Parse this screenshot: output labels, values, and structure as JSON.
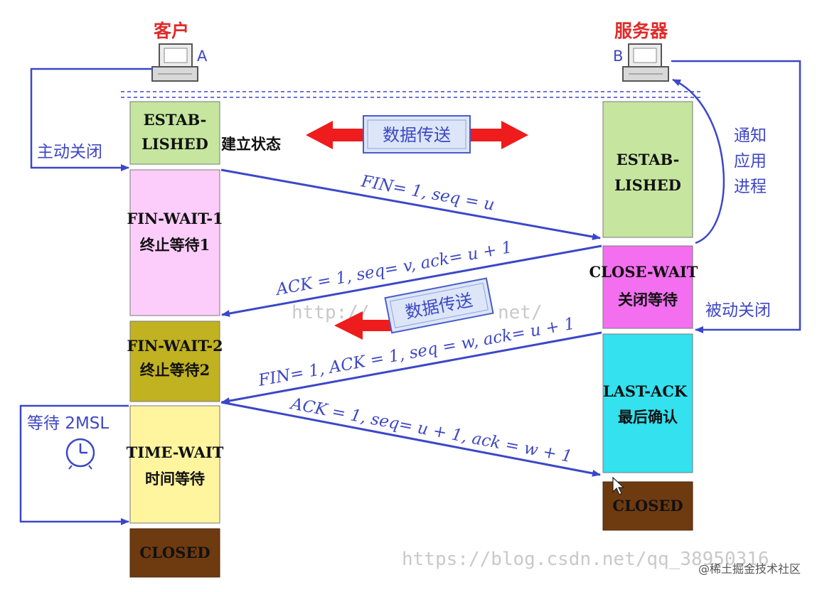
{
  "colors": {
    "line_blue": "#3b47c8",
    "label_red": "#e02a2a",
    "established": "#c6e6a0",
    "fin_wait_1": "#fccdfa",
    "fin_wait_2": "#c0b221",
    "time_wait": "#fff59e",
    "closed": "#6e3a10",
    "close_wait": "#f36ff0",
    "last_ack": "#33e1ef",
    "data_arrow_red": "#ee1c1c",
    "data_box_fill": "#dce6f8"
  },
  "icons": {
    "client": "computer-icon",
    "server": "computer-icon",
    "timer": "clock-icon"
  },
  "hosts": {
    "client": {
      "title": "客户",
      "letter": "A"
    },
    "server": {
      "title": "服务器",
      "letter": "B"
    }
  },
  "client_states": {
    "established": {
      "line1": "ESTAB-",
      "line2": "LISHED",
      "suffix": "建立状态"
    },
    "fin_wait_1": {
      "line1": "FIN-WAIT-1",
      "line2": "终止等待1"
    },
    "fin_wait_2": {
      "line1": "FIN-WAIT-2",
      "line2": "终止等待2"
    },
    "time_wait": {
      "line1": "TIME-WAIT",
      "line2": "时间等待"
    },
    "closed": {
      "label": "CLOSED"
    }
  },
  "server_states": {
    "established": {
      "line1": "ESTAB-",
      "line2": "LISHED"
    },
    "close_wait": {
      "line1": "CLOSE-WAIT",
      "line2": "关闭等待"
    },
    "last_ack": {
      "line1": "LAST-ACK",
      "line2": "最后确认"
    },
    "closed": {
      "label": "CLOSED"
    }
  },
  "messages": {
    "m1": "FIN= 1, seq = u",
    "m2": "ACK = 1, seq= v, ack= u + 1",
    "m3": "FIN= 1, ACK = 1, seq = w, ack= u + 1",
    "m4": "ACK = 1, seq= u + 1, ack = w + 1"
  },
  "data_transfer": {
    "top": "数据传送",
    "middle": "数据传送"
  },
  "side_labels": {
    "active_close": "主动关闭",
    "passive_close": "被动关闭",
    "notify_line1": "通知",
    "notify_line2": "应用",
    "notify_line3": "进程",
    "wait_2msl": "等待 2MSL"
  },
  "watermarks": {
    "center": "http://",
    "center_right": "net/",
    "bottom": "https://blog.csdn.net/qq_38950316",
    "brand": "@稀土掘金技术社区"
  }
}
